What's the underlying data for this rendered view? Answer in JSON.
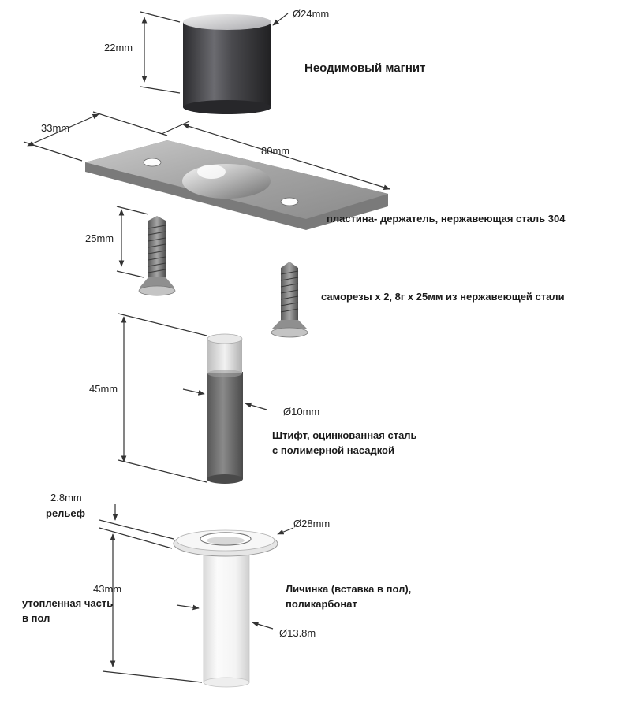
{
  "magnet": {
    "diameter": "Ø24mm",
    "height": "22mm",
    "name": "Неодимовый магнит"
  },
  "plate": {
    "width": "33mm",
    "length": "80mm",
    "name": "пластина- держатель, нержавеющая сталь 304"
  },
  "screws": {
    "length": "25mm",
    "name": "саморезы х 2, 8г х 25мм из нержавеющей стали"
  },
  "pin": {
    "length": "45mm",
    "diameter": "Ø10mm",
    "name_line1": "Штифт, оцинкованная сталь",
    "name_line2": "с полимерной насадкой"
  },
  "insert": {
    "relief": "2.8mm",
    "relief_label": "рельеф",
    "depth": "43mm",
    "depth_label_line1": "утопленная часть",
    "depth_label_line2": "в пол",
    "diameter_top": "Ø28mm",
    "diameter": "Ø13.8m",
    "name_line1": "Личинка (вставка в пол),",
    "name_line2": "поликарбонат"
  },
  "colors": {
    "magnet": "#3a3a3d",
    "steel": "#9a9a9a",
    "pin_body": "#6e6e6e",
    "pin_cap": "#d6d6d6",
    "dimension_line": "#333333"
  }
}
